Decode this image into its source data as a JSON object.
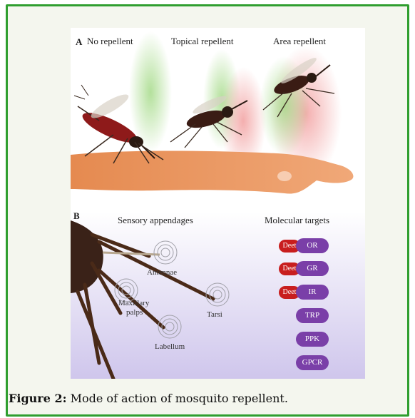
{
  "figure": {
    "panel_a": {
      "letter": "A",
      "labels": [
        "No repellent",
        "Topical repellent",
        "Area repellent"
      ]
    },
    "panel_b": {
      "letter": "B",
      "left_title": "Sensory appendages",
      "right_title": "Molecular targets",
      "appendages": {
        "antennae": "Antennae",
        "maxillary": "Maxillary",
        "palps": "palps",
        "tarsi": "Tarsi",
        "labellum": "Labellum"
      },
      "targets": [
        {
          "label": "OR",
          "deet": "Deet"
        },
        {
          "label": "GR",
          "deet": "Deet"
        },
        {
          "label": "IR",
          "deet": "Deet"
        },
        {
          "label": "TRP"
        },
        {
          "label": "PPK"
        },
        {
          "label": "GPCR"
        }
      ]
    }
  },
  "caption": {
    "prefix": "Figure 2:",
    "text": " Mode of action of mosquito repellent."
  },
  "colors": {
    "border": "#2f9e2f",
    "target_pill": "#7a3fa8",
    "deet_badge": "#c81e1e",
    "skin": "#e8955f"
  }
}
